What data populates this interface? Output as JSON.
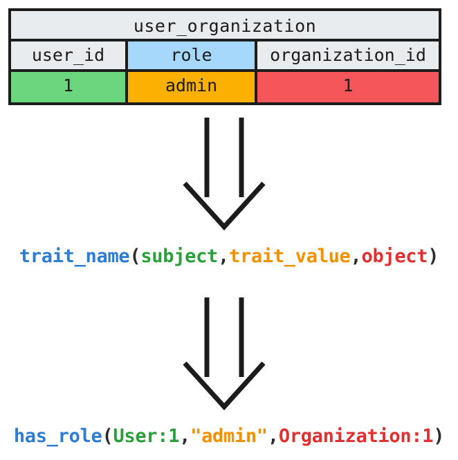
{
  "diagram": {
    "type": "mapping-diagram",
    "description": "Database table row mapped to a relationship tuple form and then to a concrete instance"
  },
  "table": {
    "title": "user_organization",
    "columns": [
      {
        "label": "user_id",
        "header_color": "#e9ecef"
      },
      {
        "label": "role",
        "header_color": "#a5d8fb"
      },
      {
        "label": "organization_id",
        "header_color": "#e9ecef"
      }
    ],
    "rows": [
      [
        {
          "value": "1",
          "cell_color": "#6bd67e"
        },
        {
          "value": "admin",
          "cell_color": "#fcb002"
        },
        {
          "value": "1",
          "cell_color": "#f4565a"
        }
      ]
    ]
  },
  "arrows": [
    {
      "name": "arrow-table-to-template",
      "direction": "down"
    },
    {
      "name": "arrow-template-to-instance",
      "direction": "down"
    }
  ],
  "template_formula": {
    "tokens": [
      {
        "text": "trait_name",
        "role": "predicate",
        "color": "#2d7dd2"
      },
      {
        "text": "(",
        "role": "punctuation",
        "color": "#2b2b2b"
      },
      {
        "text": "subject",
        "role": "subject",
        "color": "#2aa03a"
      },
      {
        "text": ",",
        "role": "punctuation",
        "color": "#2b2b2b"
      },
      {
        "text": "trait_value",
        "role": "value",
        "color": "#f29100"
      },
      {
        "text": ",",
        "role": "punctuation",
        "color": "#2b2b2b"
      },
      {
        "text": "object",
        "role": "object",
        "color": "#e03030"
      },
      {
        "text": ")",
        "role": "punctuation",
        "color": "#2b2b2b"
      }
    ]
  },
  "instance_formula": {
    "tokens": [
      {
        "text": "has_role",
        "role": "predicate",
        "color": "#2d7dd2"
      },
      {
        "text": "(",
        "role": "punctuation",
        "color": "#2b2b2b"
      },
      {
        "text": "User:1",
        "role": "subject",
        "color": "#2aa03a"
      },
      {
        "text": ",",
        "role": "punctuation",
        "color": "#2b2b2b"
      },
      {
        "text": "\"admin\"",
        "role": "value",
        "color": "#f29100"
      },
      {
        "text": ",",
        "role": "punctuation",
        "color": "#2b2b2b"
      },
      {
        "text": "Organization:1",
        "role": "object",
        "color": "#e03030"
      },
      {
        "text": ")",
        "role": "punctuation",
        "color": "#2b2b2b"
      }
    ]
  },
  "palette": {
    "border": "#1c1c1c",
    "header_gray": "#e9ecef",
    "blue": "#a5d8fb",
    "green": "#6bd67e",
    "orange": "#fcb002",
    "red": "#f4565a",
    "text_blue": "#2d7dd2",
    "text_green": "#2aa03a",
    "text_orange": "#f29100",
    "text_red": "#e03030",
    "background": "#ffffff"
  }
}
